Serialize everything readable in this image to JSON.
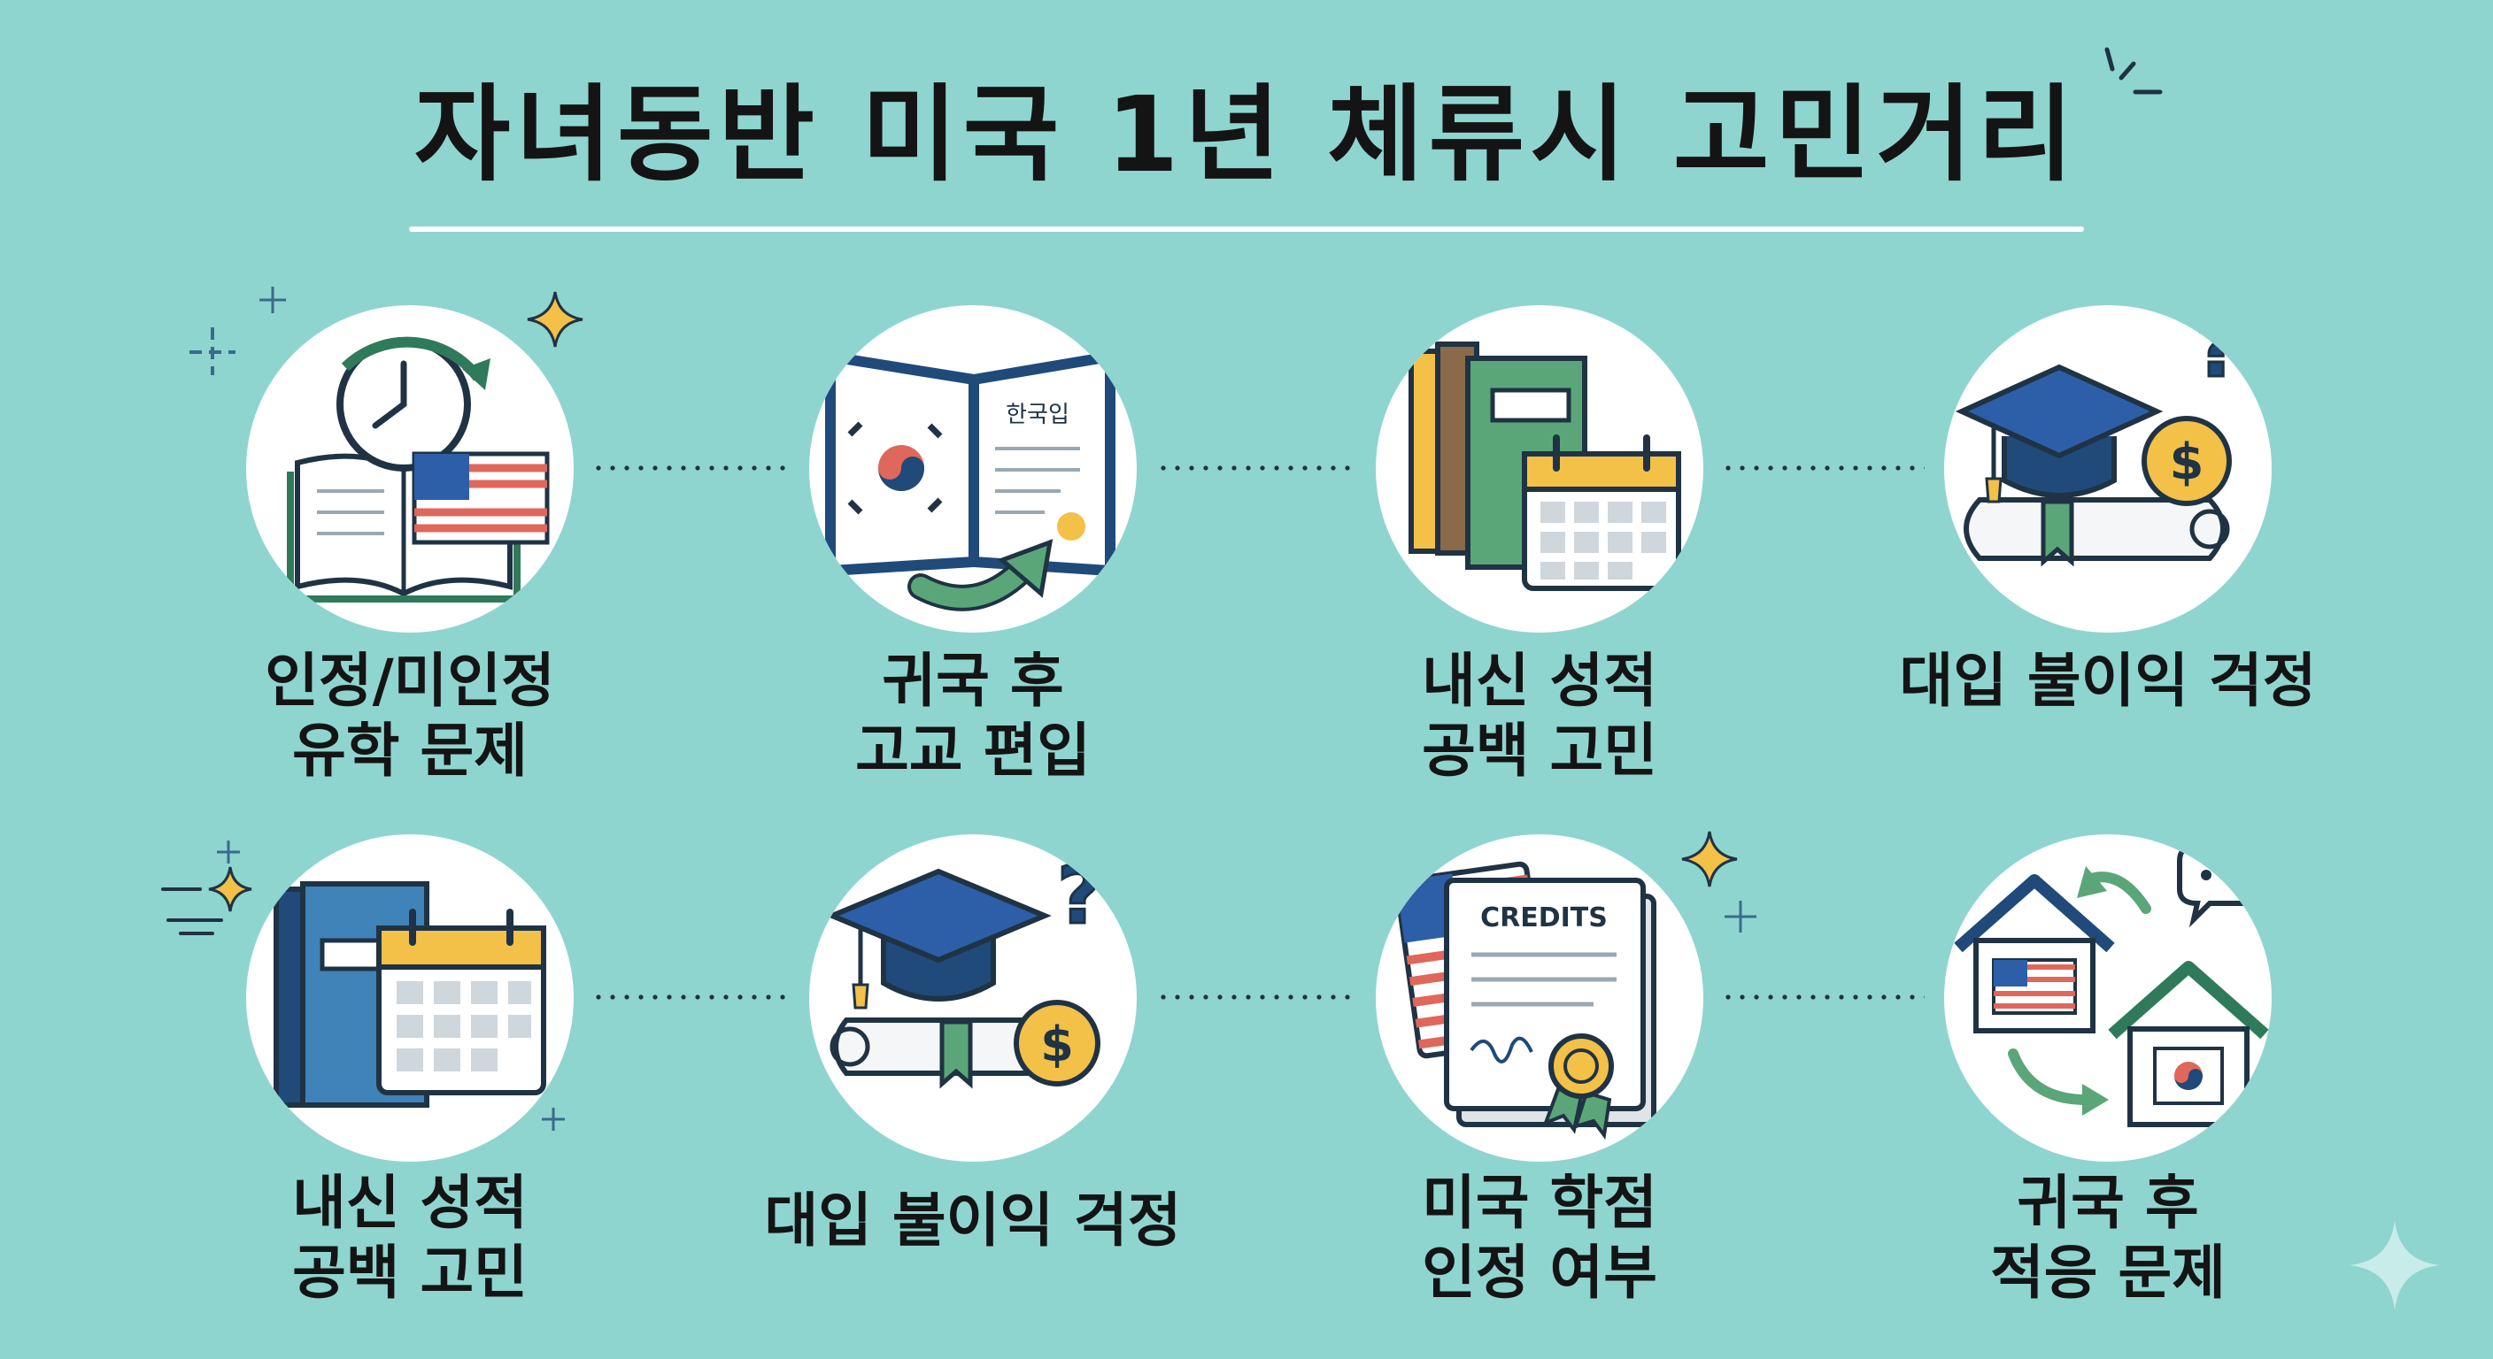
{
  "title": "자녀동반 미국 1년 체류시 고민거리",
  "colors": {
    "background": "#8fd5cf",
    "circle": "#ffffff",
    "navy": "#1f4a7a",
    "green": "#5aa678",
    "amber": "#f3c048",
    "red": "#e0675b"
  },
  "items": [
    {
      "icon": "clock-book-us-flag-icon",
      "lines": [
        "인정/미인정",
        "유학 문제"
      ]
    },
    {
      "icon": "korean-transcript-folder-icon",
      "lines": [
        "귀국 후",
        "고교 편입"
      ],
      "document_text": "한국입"
    },
    {
      "icon": "books-calendar-icon",
      "lines": [
        "내신 성적",
        "공백 고민"
      ]
    },
    {
      "icon": "graduation-cap-diploma-dollar-icon",
      "lines": [
        "대입 불이익 걱정"
      ]
    },
    {
      "icon": "book-calendar-icon",
      "lines": [
        "내신 성적",
        "공백 고민"
      ]
    },
    {
      "icon": "graduation-cap-diploma-dollar-icon",
      "lines": [
        "대입 불이익 걱정"
      ]
    },
    {
      "icon": "us-credits-certificate-icon",
      "lines": [
        "미국 학점",
        "인정 여부"
      ],
      "document_text": "CREDITS"
    },
    {
      "icon": "houses-us-korea-speech-icon",
      "lines": [
        "귀국 후",
        "적응 문제"
      ]
    }
  ]
}
